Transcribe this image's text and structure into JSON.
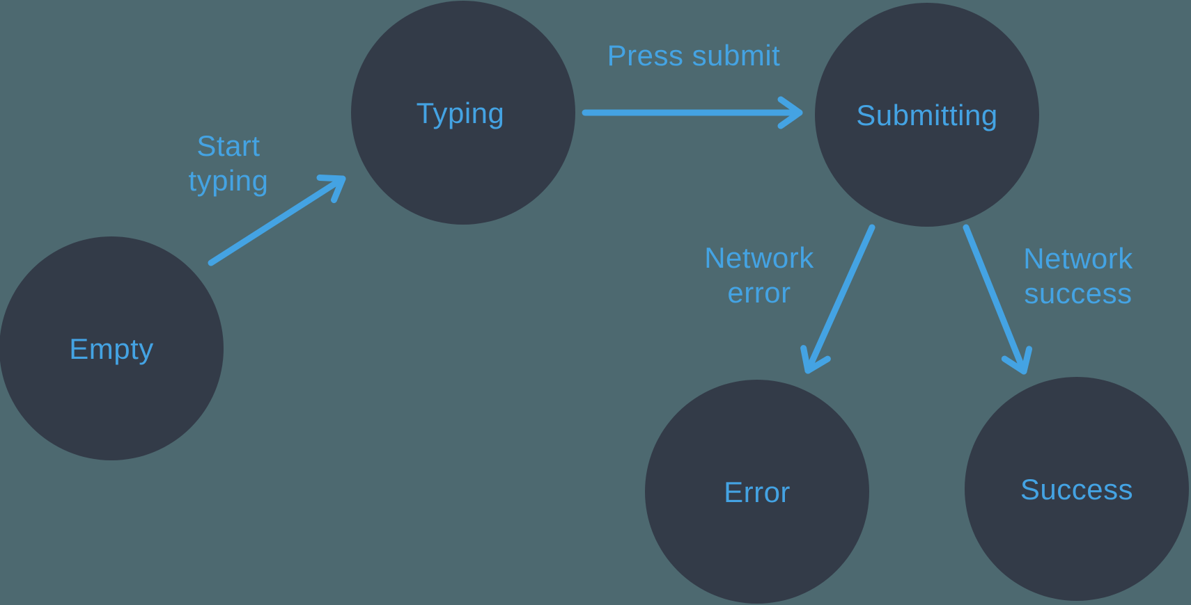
{
  "diagram": {
    "type": "state-machine",
    "colors": {
      "background": "#4d6970",
      "node_fill": "#333b48",
      "accent_blue": "#44a3e3"
    },
    "nodes": [
      {
        "id": "empty",
        "label": "Empty"
      },
      {
        "id": "typing",
        "label": "Typing"
      },
      {
        "id": "submitting",
        "label": "Submitting"
      },
      {
        "id": "error",
        "label": "Error"
      },
      {
        "id": "success",
        "label": "Success"
      }
    ],
    "edges": [
      {
        "from": "empty",
        "to": "typing",
        "label": "Start typing",
        "lines": [
          "Start",
          "typing"
        ]
      },
      {
        "from": "typing",
        "to": "submitting",
        "label": "Press submit",
        "lines": [
          "Press submit"
        ]
      },
      {
        "from": "submitting",
        "to": "error",
        "label": "Network error",
        "lines": [
          "Network",
          "error"
        ]
      },
      {
        "from": "submitting",
        "to": "success",
        "label": "Network success",
        "lines": [
          "Network",
          "success"
        ]
      }
    ]
  }
}
